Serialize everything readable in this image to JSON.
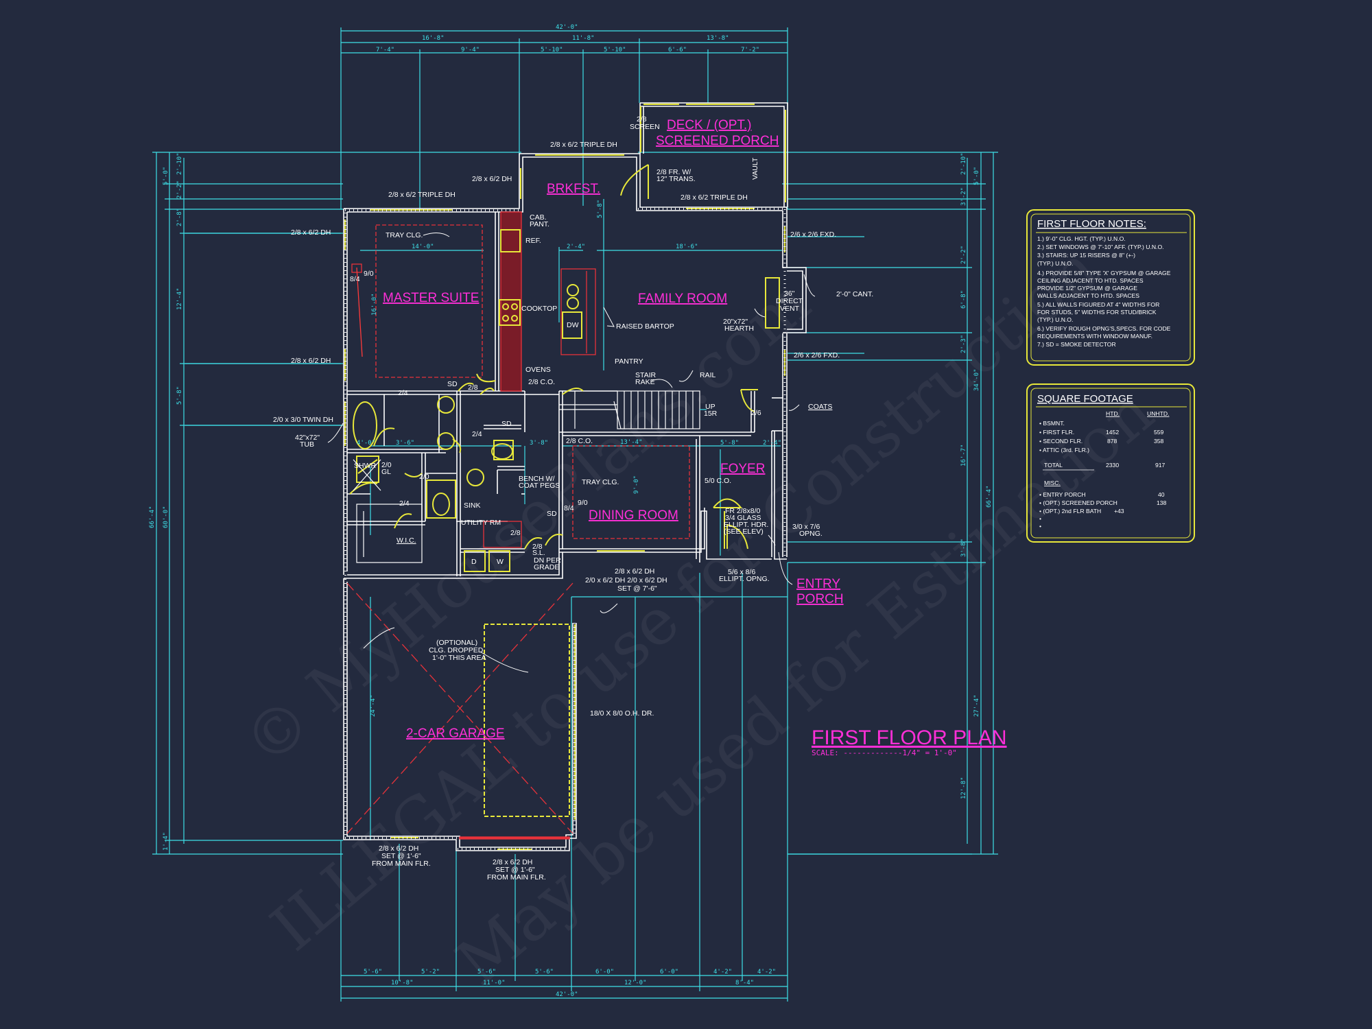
{
  "title": {
    "text": "FIRST FLOOR PLAN",
    "scale": "SCALE: -------------1/4\" = 1'-0\""
  },
  "watermarks": [
    "© MyHousePlans.com",
    "ILLEGAL to use for Construction",
    "May be used for Estimation"
  ],
  "rooms": [
    {
      "id": "deck",
      "lines": [
        "DECK / (OPT.)",
        "SCREENED PORCH"
      ]
    },
    {
      "id": "brkfst",
      "lines": [
        "BRKFST."
      ]
    },
    {
      "id": "master-suite",
      "lines": [
        "MASTER SUITE"
      ]
    },
    {
      "id": "family-room",
      "lines": [
        "FAMILY ROOM"
      ]
    },
    {
      "id": "foyer",
      "lines": [
        "FOYER"
      ]
    },
    {
      "id": "dining-room",
      "lines": [
        "DINING ROOM"
      ]
    },
    {
      "id": "entry-porch",
      "lines": [
        "ENTRY",
        "PORCH"
      ]
    },
    {
      "id": "garage",
      "lines": [
        "2-CAR GARAGE"
      ]
    }
  ],
  "labels": {
    "screen": [
      "2/8",
      "SCREEN"
    ],
    "triple_dh_top": "2/8 x 6/2 TRIPLE DH",
    "dh_brkfst": "2/8 x 6/2 DH",
    "triple_dh_master": "2/8 x 6/2 TRIPLE DH",
    "fr_trans": [
      "2/8 FR. W/",
      "12\" TRANS."
    ],
    "triple_dh_deck": "2/8 x 6/2 TRIPLE DH",
    "vault": "VAULT",
    "dh_master_upper": "2/8 x 6/2 DH",
    "dh_master_lower": "2/8 x 6/2 DH",
    "tray_clg_master": "TRAY CLG.",
    "cab_pant": [
      "CAB.",
      "PANT."
    ],
    "ref": "REF.",
    "cooktop": "COOKTOP",
    "dw": "DW",
    "raised_bartop": "RAISED BARTOP",
    "ovens": "OVENS",
    "co_kitchen": "2/8 C.O.",
    "pantry": "PANTRY",
    "stair_rake": [
      "STAIR",
      "RAKE"
    ],
    "rail": "RAIL",
    "up": [
      "UP",
      "15R"
    ],
    "fxd_upper": "2/6 x 2/6 FXD.",
    "fxd_lower": "2/6 x 2/6 FXD.",
    "direct_vent": [
      "36\"",
      "DIRECT",
      "VENT"
    ],
    "cant": "2'-0\" CANT.",
    "hearth": [
      "20\"x72\"",
      "HEARTH"
    ],
    "coats": "COATS",
    "twin_dh": "2/0 x 3/0 TWIN DH",
    "tub": [
      "42\"x72\"",
      "TUB"
    ],
    "shwr": "SHWR",
    "gl": [
      "2/0",
      "GL"
    ],
    "wic": "W.I.C.",
    "sd": "SD",
    "bench": [
      "BENCH W/",
      "COAT PEGS"
    ],
    "sink": "SINK",
    "utility_rm": "UTILITY RM",
    "d": "D",
    "w": "W",
    "dn_grade": [
      "2/8",
      "S.L.",
      "DN PER",
      "GRADE"
    ],
    "co_dining": "2/8 C.O.",
    "tray_clg_dining": "TRAY CLG.",
    "co_foyer": "5/0 C.O.",
    "fr_glass": [
      "FR 2/8x8/0",
      "3/4 GLASS",
      "ELLIPT. HDR.",
      "(SEE ELEV)"
    ],
    "opng_310": [
      "3/0 x 7/6",
      "OPNG."
    ],
    "ellipt_opng": [
      "5/6 x 8/6",
      "ELLIPT. OPNG."
    ],
    "dh_front": [
      "2/8 x 6/2 DH",
      "2/0 x 6/2 DH  2/0 x 6/2 DH",
      "SET @ 7'-6\""
    ],
    "opt_clg": [
      "(OPTIONAL)",
      "CLG. DROPPED",
      "1'-0\" THIS AREA"
    ],
    "oh_dr": "18/0 X 8/0 O.H. DR.",
    "dh_garage_left": [
      "2/8 x 6/2 DH",
      "SET @ 1'-6\"",
      "FROM MAIN FLR."
    ],
    "dh_garage_mid": [
      "2/8 x 6/2 DH",
      "SET @ 1'-6\"",
      "FROM MAIN FLR."
    ],
    "door_24a": "2/4",
    "door_24b": "2/4",
    "door_24c": "2/4",
    "door_28a": "2/8",
    "door_28b": "2/8",
    "door_26": "2/6",
    "door_20": "2/0",
    "door_84": "8/4",
    "door_90": "9/0",
    "door_84b": "8/4",
    "door_90b": "9/0"
  },
  "dimensions": {
    "top_overall": "42'-0\"",
    "top_row1": [
      "16'-8\"",
      "11'-8\"",
      "13'-8\""
    ],
    "top_row2": [
      "7'-4\"",
      "9'-4\"",
      "5'-10\"",
      "5'-10\"",
      "6'-6\"",
      "7'-2\""
    ],
    "bottom_overall": "42'-0\"",
    "bottom_row1": [
      "10'-8\"",
      "11'-0\"",
      "12'-0\"",
      "8'-4\""
    ],
    "bottom_row2": [
      "5'-6\"",
      "5'-2\"",
      "5'-6\"",
      "5'-6\"",
      "6'-0\"",
      "6'-0\"",
      "4'-2\"",
      "4'-2\""
    ],
    "left_overall": "66'-4\"",
    "left_outer": "60'-0\"",
    "right_overall": "66'-4\"",
    "right_outer": "34'-0\"",
    "right_garage": "27'-4\"",
    "left_small": [
      "5'-0\"",
      "2'-10\"",
      "2'-2\"",
      "2'-8\"",
      "12'-4\"",
      "5'-8\"",
      "1'-4\""
    ],
    "right_small": [
      "2'-10\"",
      "5'-0\"",
      "3'-2\"",
      "2'-2\"",
      "6'-8\"",
      "2'-3\"",
      "16'-7\"",
      "3'-8\"",
      "12'-8\""
    ],
    "interior": [
      "14'-0\"",
      "18'-6\"",
      "2'-4\"",
      "13'-4\"",
      "5'-8\"",
      "3'-8\"",
      "3'-6\"",
      "4'-0\"",
      "24'-4\"",
      "16'-0\"",
      "9'-0\"",
      "5'-8\"",
      "2'-4\""
    ]
  },
  "notes": {
    "heading": "FIRST FLOOR NOTES:",
    "lines": [
      "1.) 9'-0\" CLG. HGT. (TYP.) U.N.O.",
      "2.) SET WINDOWS @ 7'-10\" AFF. (TYP.) U.N.O.",
      "3.) STAIRS: UP 15 RISERS @ 8\" (+-)",
      "    (TYP.) U.N.O.",
      "4.) PROVIDE 5/8\" TYPE 'X' GYPSUM @ GARAGE",
      "    CEILING ADJACENT TO HTD. SPACES",
      "    PROVIDE 1/2\" GYPSUM @ GARAGE",
      "    WALLS ADJACENT TO HTD. SPACES",
      "5.) ALL WALLS FIGURED AT 4\" WIDTHS FOR",
      "    FOR STUDS, 5\" WIDTHS FOR STUD/BRICK",
      "    (TYP.) U.N.O.",
      "6.) VERIFY ROUGH OPNG'S,SPECS. FOR CODE",
      "    REQUIREMENTS WITH WINDOW MANUF.",
      "7.) SD = SMOKE DETECTOR"
    ]
  },
  "sqft": {
    "heading": "SQUARE FOOTAGE",
    "col_htd": "HTD.",
    "col_unhtd": "UNHTD.",
    "rows": [
      {
        "label": "• BSMNT.",
        "htd": "",
        "unhtd": ""
      },
      {
        "label": "• FIRST FLR.",
        "htd": "1452",
        "unhtd": "559"
      },
      {
        "label": "• SECOND FLR.",
        "htd": "878",
        "unhtd": "358"
      },
      {
        "label": "• ATTIC (3rd. FLR.)",
        "htd": "",
        "unhtd": ""
      }
    ],
    "total_label": "TOTAL",
    "total_htd": "2330",
    "total_unhtd": "917",
    "misc_heading": "MISC.",
    "misc_rows": [
      {
        "label": "• ENTRY PORCH",
        "value": "40"
      },
      {
        "label": "• (OPT.) SCREENED PORCH",
        "value": "138"
      },
      {
        "label": "• (OPT.) 2nd FLR BATH",
        "value": "+43"
      },
      {
        "label": "•",
        "value": ""
      },
      {
        "label": "•",
        "value": ""
      }
    ]
  },
  "colors": {
    "background": "#232a3e",
    "dimension": "#3ee0e8",
    "wall": "#ffffff",
    "room_label": "#ff2fd8",
    "window": "#e8e83a",
    "cabinet": "#e8323a"
  }
}
